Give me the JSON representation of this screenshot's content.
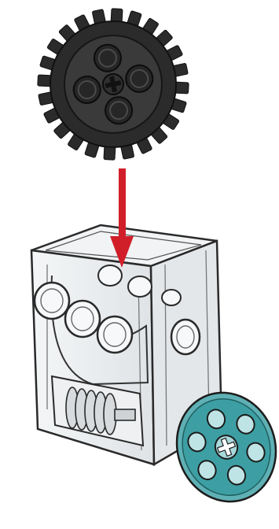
{
  "illustration": {
    "parts": [
      {
        "name": "gear",
        "icon": "gear-24-tooth-icon",
        "color": "#2b2b2b"
      },
      {
        "name": "arrow",
        "icon": "arrow-down-icon",
        "color": "#d11f2a"
      },
      {
        "name": "gearbox",
        "icon": "worm-gearbox-icon",
        "color": "#e9ecee"
      },
      {
        "name": "wheel",
        "icon": "pulley-wheel-icon",
        "color": "#3d9fa3"
      }
    ]
  }
}
